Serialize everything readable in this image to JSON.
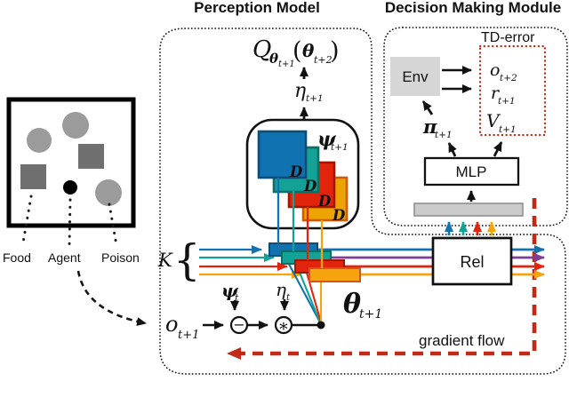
{
  "figure_type": "rl-architecture-diagram",
  "titles": {
    "perception": "Perception Model",
    "decision": "Decision Making Module"
  },
  "scene": {
    "labels": [
      "Food",
      "Agent",
      "Poison"
    ]
  },
  "labels": {
    "td_error": "TD-error",
    "env": "Env",
    "mlp": "MLP",
    "rel": "Rel",
    "gradient_flow": "gradient flow"
  },
  "math": {
    "q": "Q",
    "theta": "θ",
    "eta": "η",
    "psi": "ψ",
    "pi": "π",
    "o": "o",
    "r": "r",
    "v": "V",
    "k": "K",
    "d": "D",
    "brace": "{",
    "paren_open": "(",
    "paren_close": ")",
    "sub_t": "t",
    "sub_t1": "t+1",
    "sub_t2": "t+2",
    "minus_op": "−",
    "conv_op": "∗"
  },
  "colors": {
    "blue": "#1172b2",
    "teal": "#13a295",
    "red": "#e3240d",
    "orange": "#f6a40d",
    "amber": "#eea400",
    "purple": "#7e3f97",
    "dark_red": "#c22a15",
    "env_gray": "#d6d6d6",
    "bar_gray": "#cbcbcb",
    "poison_gray": "#9b9b9b",
    "food_gray": "#6f6f6f",
    "black": "#111111"
  }
}
